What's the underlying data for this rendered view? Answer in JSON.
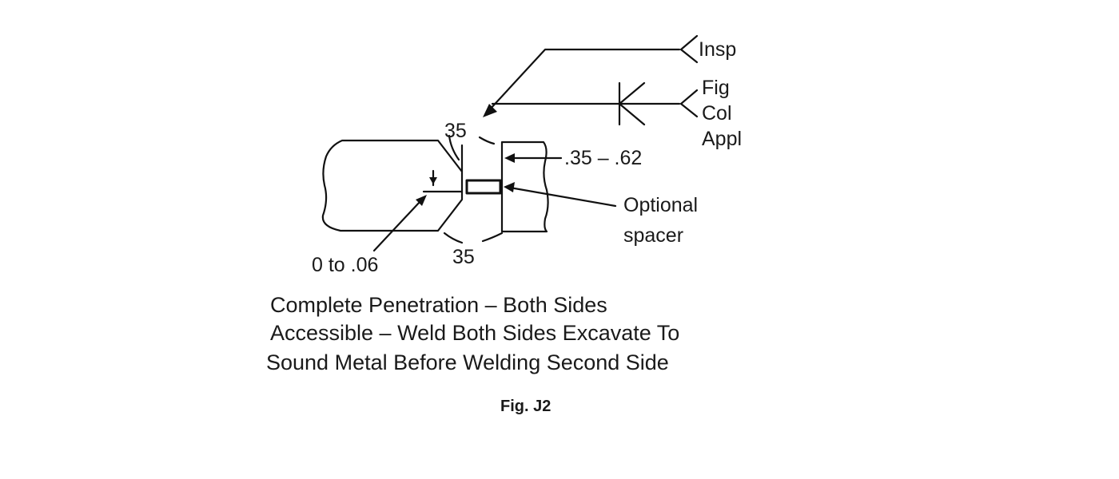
{
  "callouts": {
    "insp": "Insp",
    "fig": "Fig",
    "col": "Col",
    "appl": "Appl"
  },
  "dimensions": {
    "bevel_top_angle": "35",
    "bevel_bottom_angle": "35",
    "plate_thickness_range": ".35 – .62",
    "root_gap": "0 to .06"
  },
  "spacer_label": {
    "line1": "Optional",
    "line2": "spacer"
  },
  "caption": {
    "line1": "Complete Penetration – Both Sides",
    "line2": "Accessible – Weld Both Sides Excavate To",
    "line3": "Sound Metal Before Welding Second Side"
  },
  "figure_number": "Fig. J2"
}
